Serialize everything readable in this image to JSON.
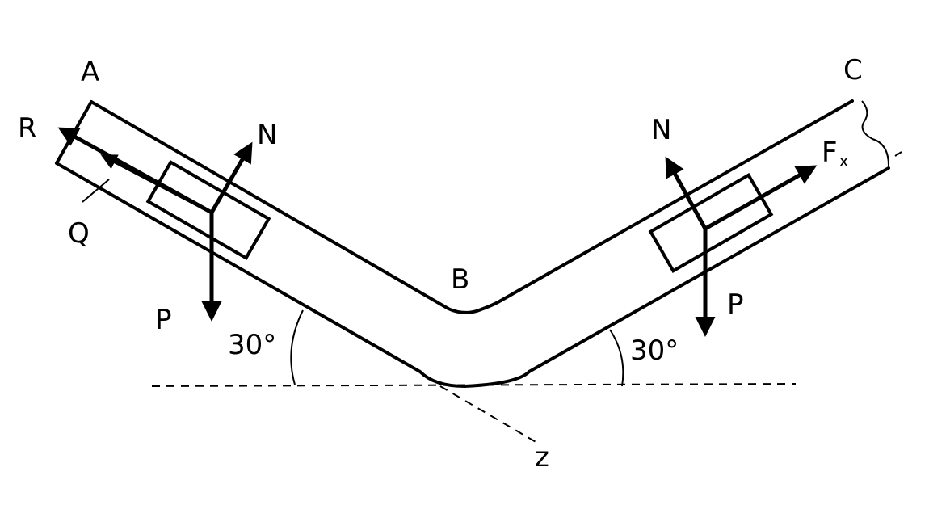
{
  "points": {
    "A": "A",
    "B": "B",
    "C": "C"
  },
  "left_block": {
    "force_R": "R",
    "force_N": "N",
    "force_Q": "Q",
    "force_P": "P"
  },
  "right_block": {
    "force_N": "N",
    "force_F": "F",
    "force_F_sub": "x",
    "force_P": "P"
  },
  "angles": {
    "left": "30°",
    "right": "30°"
  },
  "axis_label": "z",
  "colors": {
    "ink": "#000000",
    "background": "#ffffff"
  }
}
